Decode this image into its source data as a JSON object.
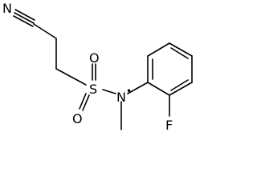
{
  "structure": {
    "atoms": {
      "nitrile_n": "N",
      "sulfur": "S",
      "oxygen_top": "O",
      "oxygen_bottom": "O",
      "sulfonamide_n": "N",
      "fluorine": "F"
    },
    "radical_marker": "•"
  }
}
